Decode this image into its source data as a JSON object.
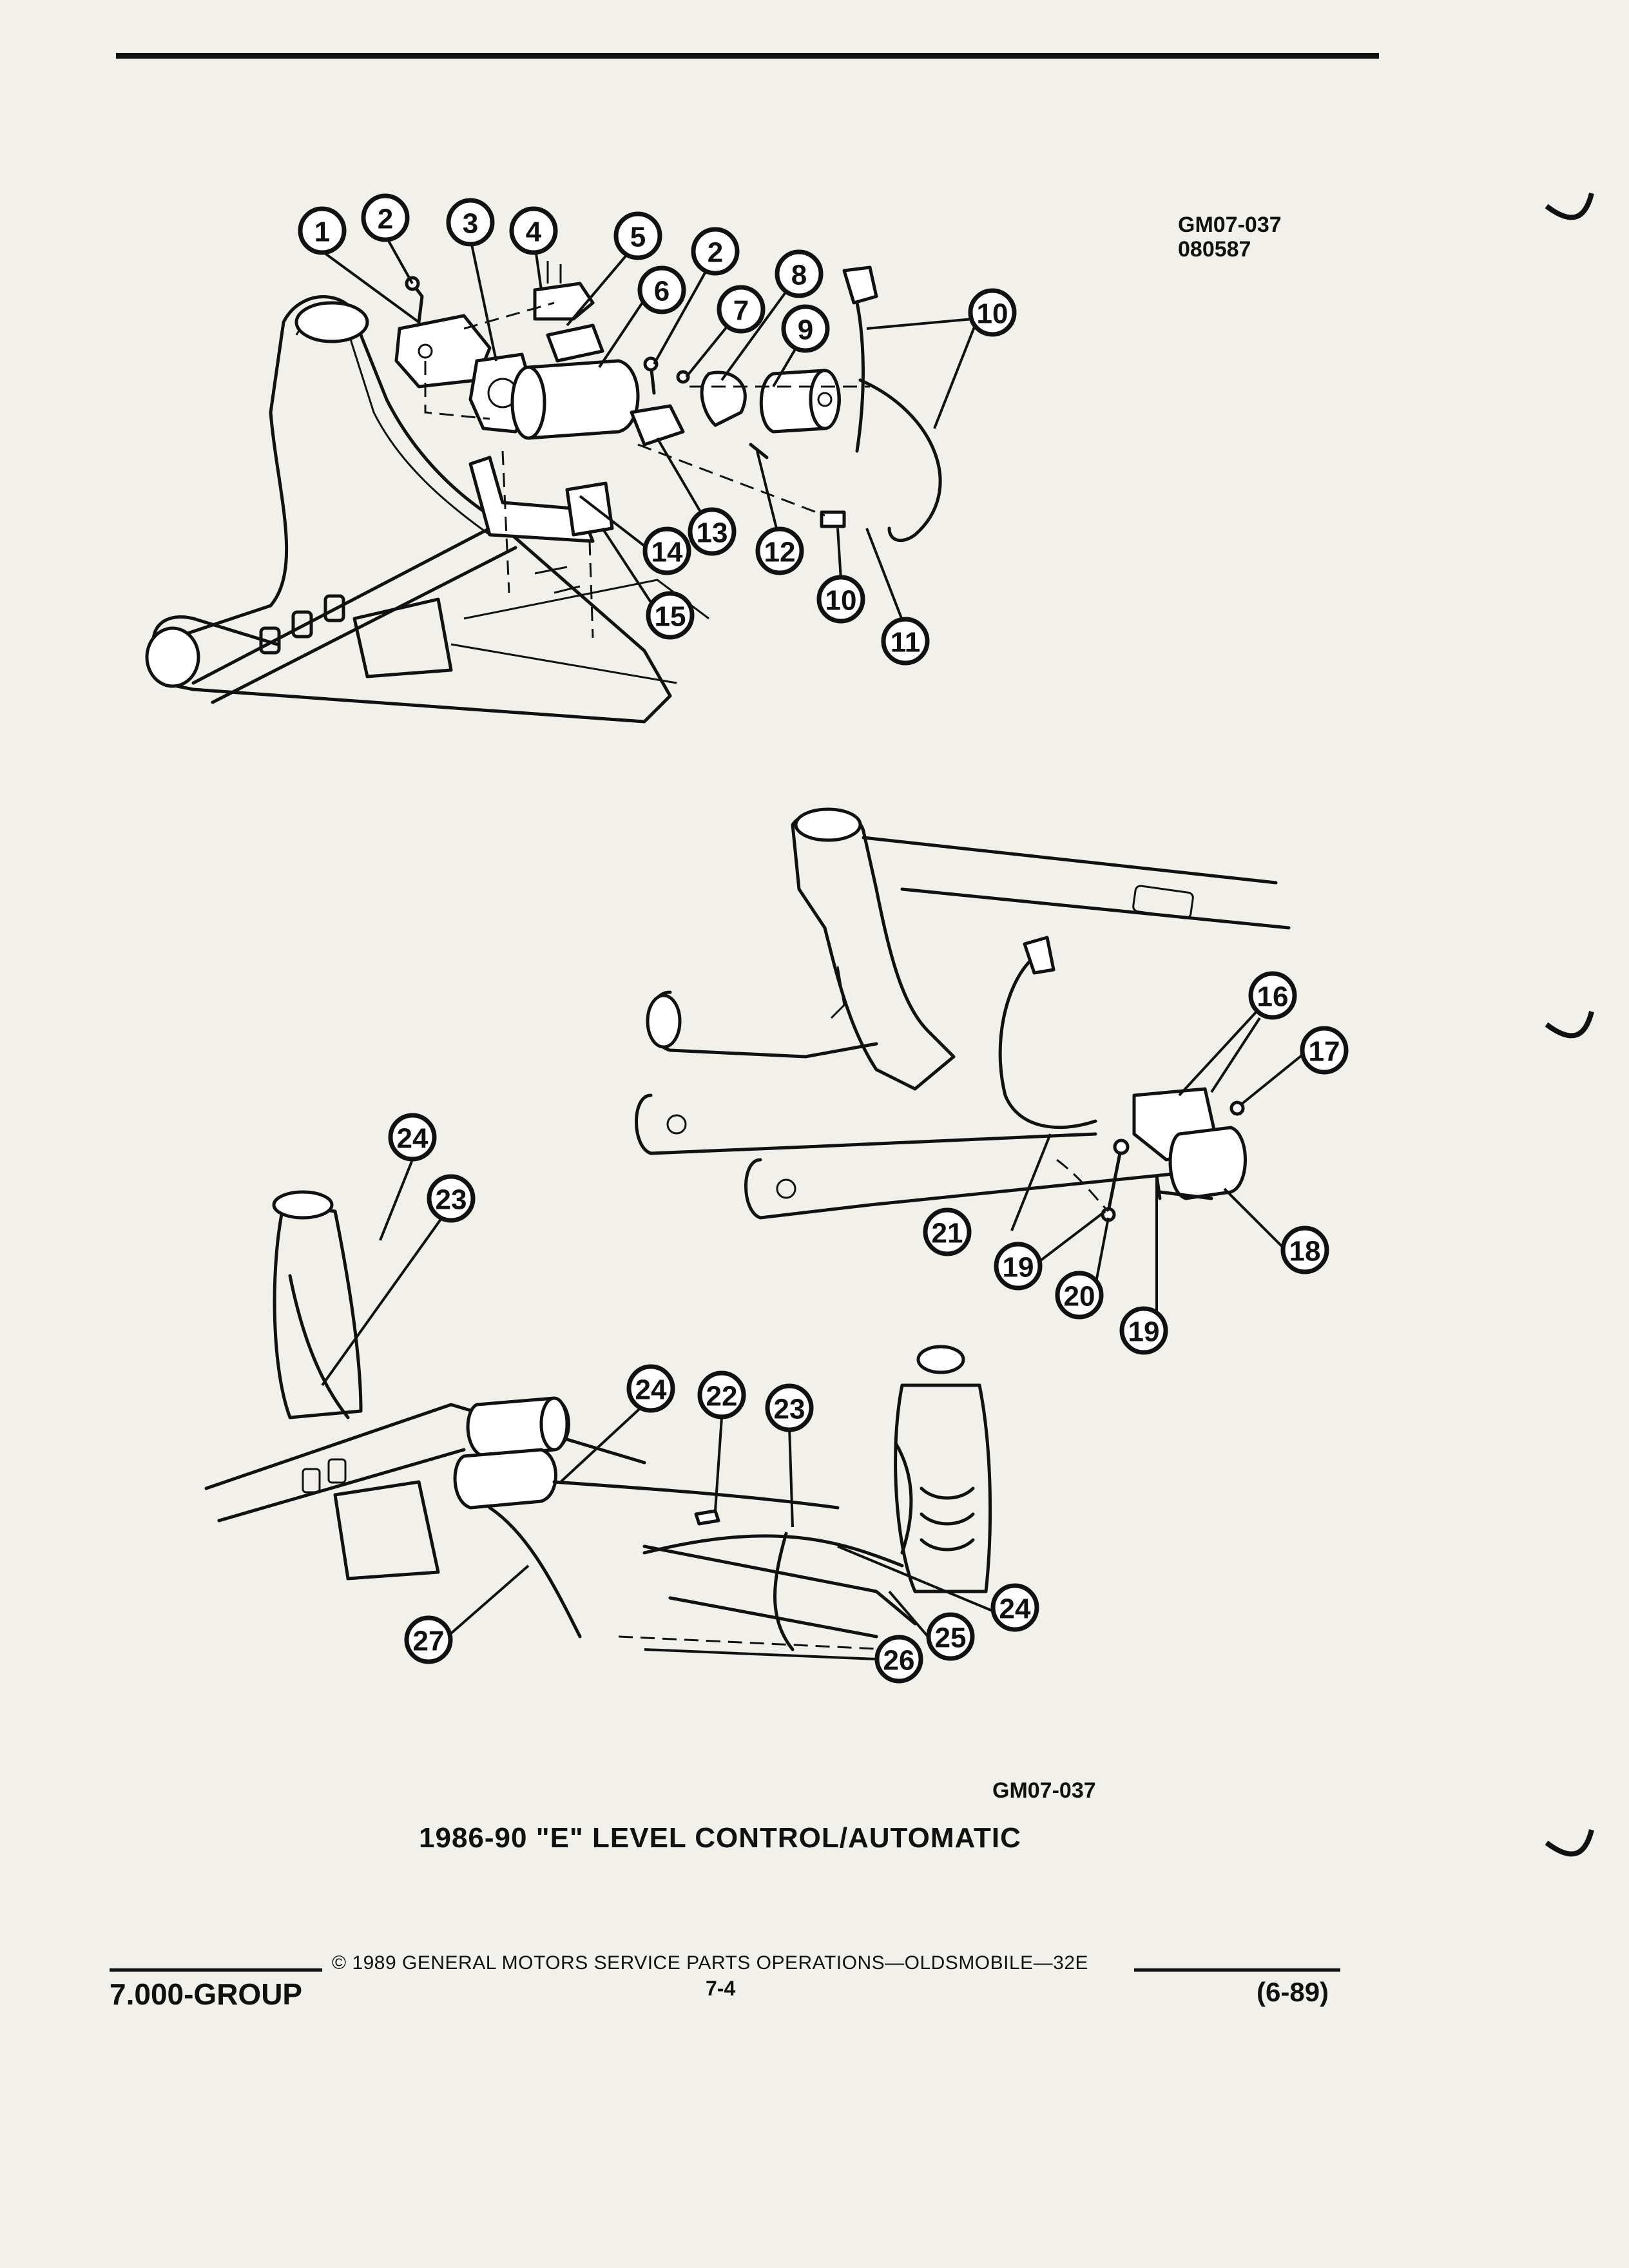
{
  "header": {
    "ref_code_line1": "GM07-037",
    "ref_code_line2": "080587"
  },
  "figure": {
    "ref_code_bottom": "GM07-037",
    "caption": "1986-90 \"E\" LEVEL CONTROL/AUTOMATIC",
    "callouts": [
      "1",
      "2",
      "3",
      "4",
      "5",
      "6",
      "2",
      "7",
      "8",
      "9",
      "10",
      "10",
      "11",
      "12",
      "13",
      "14",
      "15",
      "16",
      "17",
      "18",
      "19",
      "19",
      "20",
      "21",
      "22",
      "23",
      "23",
      "24",
      "24",
      "24",
      "25",
      "26",
      "27"
    ]
  },
  "footer": {
    "group": "7.000-GROUP",
    "copyright": "© 1989 GENERAL MOTORS SERVICE PARTS OPERATIONS—OLDSMOBILE—32E",
    "page": "7-4",
    "date": "(6-89)"
  }
}
